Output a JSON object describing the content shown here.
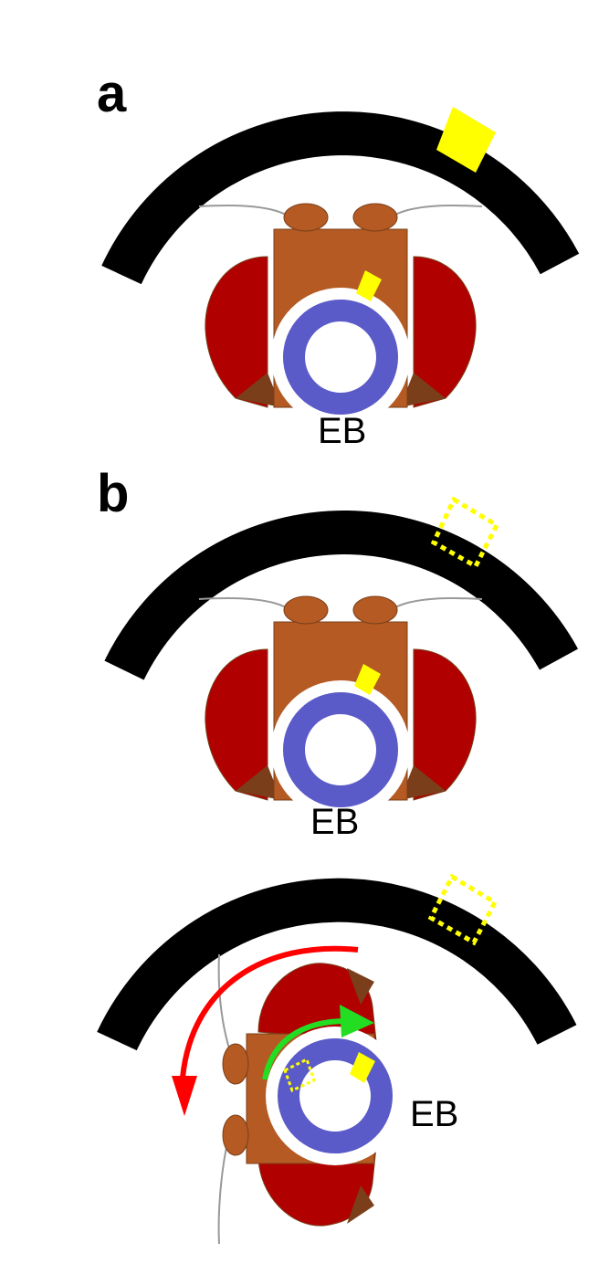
{
  "panels": [
    {
      "letter": "a",
      "eb_label": "EB"
    },
    {
      "letter": "b",
      "eb_label": "EB"
    },
    {
      "letter": "",
      "eb_label": "EB"
    }
  ],
  "colors": {
    "arena": "#000000",
    "stimulus": "#ffff00",
    "eye": "#b00000",
    "head": "#b45a22",
    "head_dark": "#7a3f1a",
    "ellipsoid_body": "#5a5ac8",
    "turn_arrow": "#ff0000",
    "bump_arrow": "#22dd22"
  },
  "icons": {
    "rotation_arrow": "curved-arrow-icon",
    "bump_shift_arrow": "curved-arrow-icon"
  }
}
